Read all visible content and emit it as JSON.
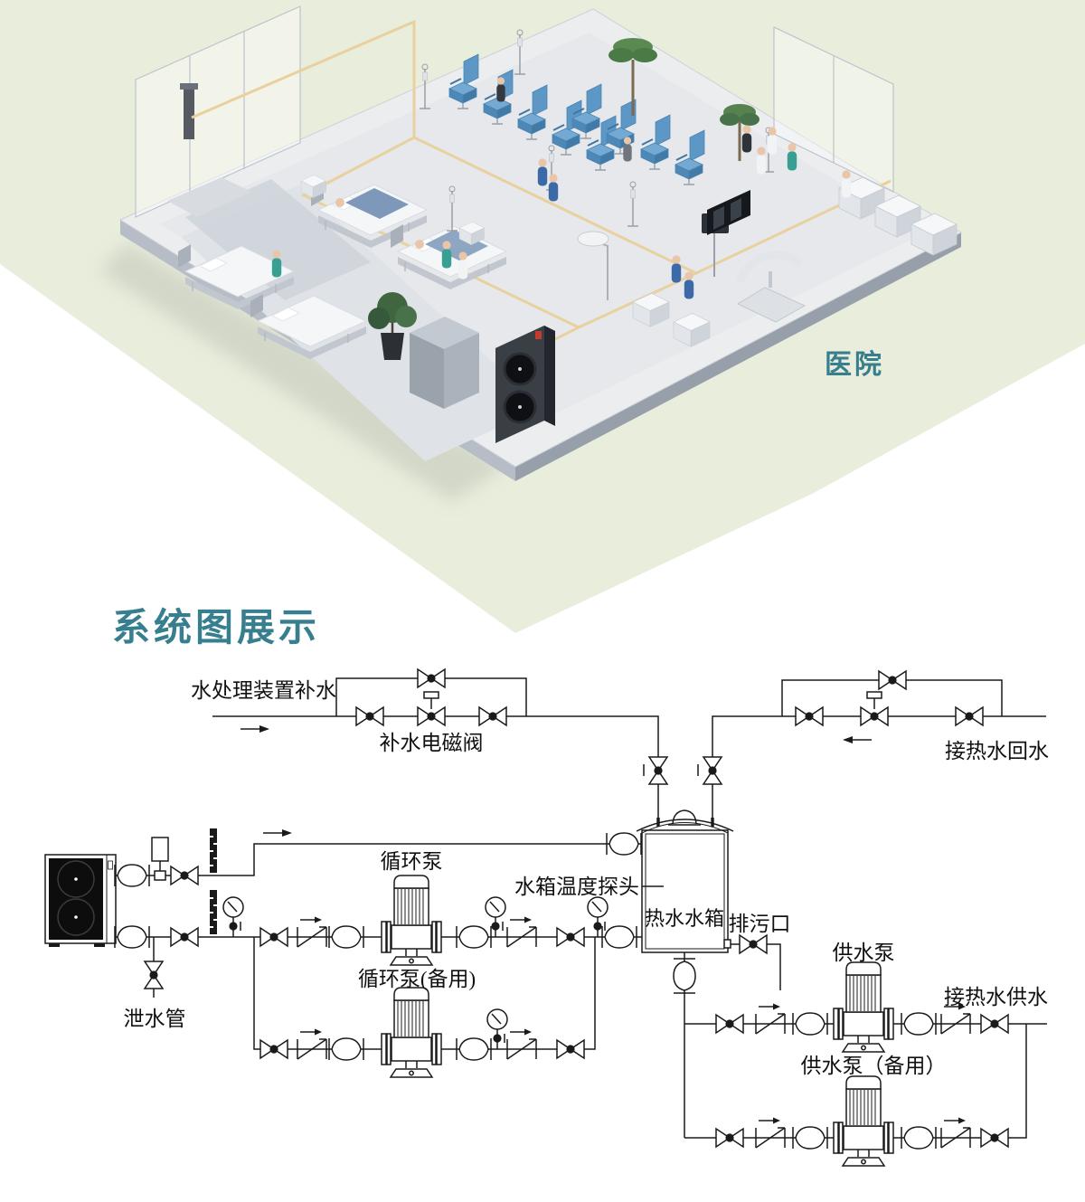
{
  "hero": {
    "label": "医院"
  },
  "section_title": "系统图展示",
  "diagram": {
    "labels": {
      "makeup_water": "水处理装置补水",
      "makeup_solenoid_valve": "补水电磁阀",
      "hot_water_return": "接热水回水",
      "tank_temp_probe": "水箱温度探头",
      "hot_water_tank": "热水水箱",
      "drain_outlet": "排污口",
      "circulation_pump": "循环泵",
      "circulation_pump_backup": "循环泵(备用)",
      "drain_pipe": "泄水管",
      "supply_pump": "供水泵",
      "hot_water_supply": "接热水供水",
      "supply_pump_backup": "供水泵（备用）"
    }
  },
  "colors": {
    "accent_teal": "#377F8E",
    "hero_background": "#E9EDDC",
    "diagram_line": "#1A1A1A",
    "chair_blue": "#5D97C6"
  }
}
